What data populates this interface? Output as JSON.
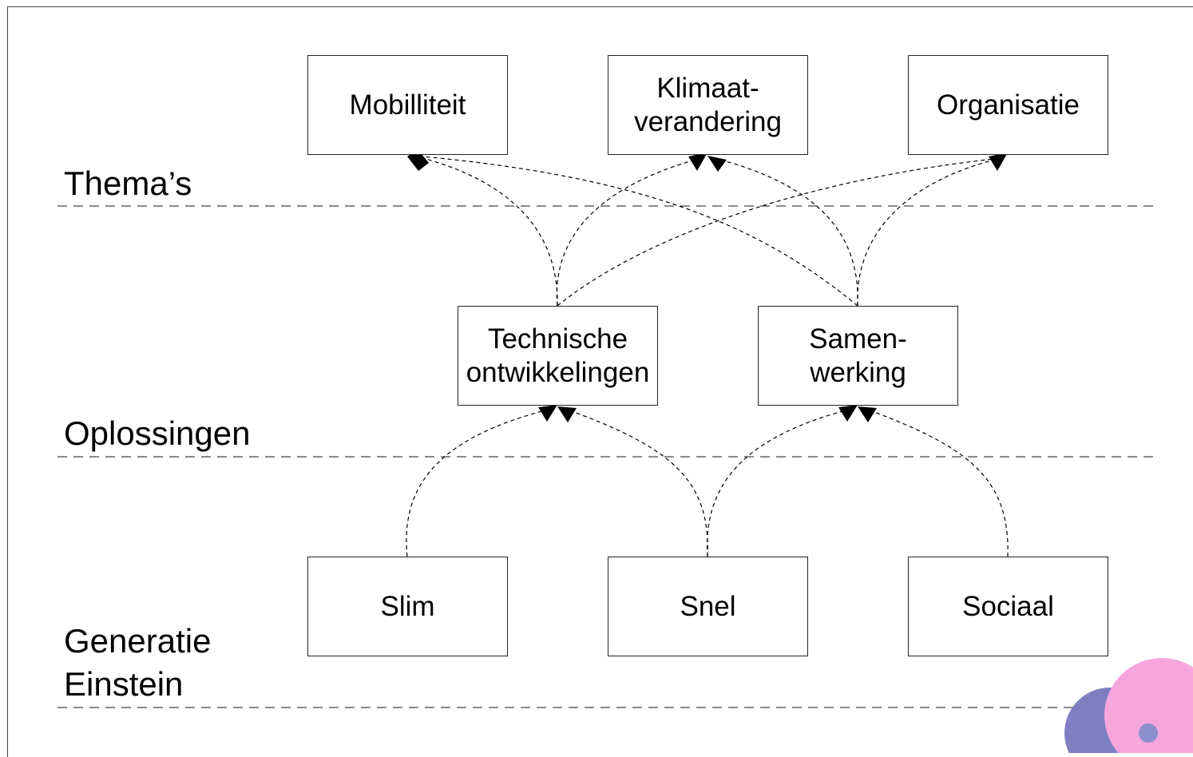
{
  "layers": [
    {
      "id": "themas",
      "label": "Thema’s"
    },
    {
      "id": "oplossingen",
      "label": "Oplossingen"
    },
    {
      "id": "generatie",
      "label": "Generatie\nEinstein"
    }
  ],
  "nodes": {
    "mobiliteit": "Mobilliteit",
    "klimaat": "Klimaat-\nverandering",
    "organisatie": "Organisatie",
    "technische": "Technische\nontwikkelingen",
    "samenwerking": "Samen-\nwerking",
    "slim": "Slim",
    "snel": "Snel",
    "sociaal": "Sociaal"
  },
  "edges": [
    {
      "from": "slim",
      "to": "technische"
    },
    {
      "from": "snel",
      "to": "technische"
    },
    {
      "from": "snel",
      "to": "samenwerking"
    },
    {
      "from": "sociaal",
      "to": "samenwerking"
    },
    {
      "from": "technische",
      "to": "mobiliteit"
    },
    {
      "from": "technische",
      "to": "klimaat"
    },
    {
      "from": "technische",
      "to": "organisatie"
    },
    {
      "from": "samenwerking",
      "to": "mobiliteit"
    },
    {
      "from": "samenwerking",
      "to": "klimaat"
    },
    {
      "from": "samenwerking",
      "to": "organisatie"
    }
  ],
  "colors": {
    "line": "#000000",
    "decor_purple": "#7e7fc1",
    "decor_pink": "#f6a6dd",
    "decor_dot": "#8b8fcc"
  }
}
